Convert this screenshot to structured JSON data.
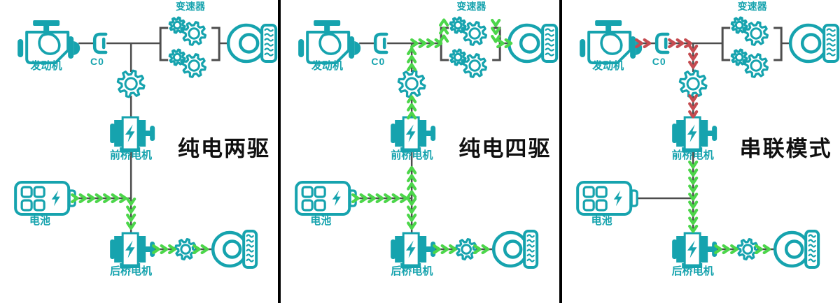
{
  "colors": {
    "teal": "#16a3ae",
    "green": "#4cd64a",
    "red": "#c54b50",
    "line": "#4d4d4d",
    "title_text": "#111111",
    "divider": "#000000",
    "background": "#ffffff"
  },
  "panels": [
    {
      "title": "纯电两驱",
      "labels": {
        "engine": "发动机",
        "clutch": "C0",
        "transmission": "变速器",
        "front_motor": "前桥电机",
        "battery": "电池",
        "rear_motor": "后桥电机"
      },
      "flows": [
        {
          "path": "battery-to-junction",
          "color": "green"
        },
        {
          "path": "junction-to-rear-motor",
          "color": "green"
        },
        {
          "path": "rear-motor-to-wheel",
          "color": "green"
        }
      ]
    },
    {
      "title": "纯电四驱",
      "labels": {
        "engine": "发动机",
        "clutch": "C0",
        "transmission": "变速器",
        "front_motor": "前桥电机",
        "battery": "电池",
        "rear_motor": "后桥电机"
      },
      "flows": [
        {
          "path": "battery-to-junction",
          "color": "green"
        },
        {
          "path": "junction-to-front-motor",
          "color": "green"
        },
        {
          "path": "junction-to-rear-motor",
          "color": "green"
        },
        {
          "path": "front-motor-to-top-junction",
          "color": "green"
        },
        {
          "path": "top-junction-to-front-wheel",
          "color": "green"
        },
        {
          "path": "rear-motor-to-wheel",
          "color": "green"
        }
      ]
    },
    {
      "title": "串联模式",
      "labels": {
        "engine": "发动机",
        "clutch": "C0",
        "transmission": "变速器",
        "front_motor": "前桥电机",
        "battery": "电池",
        "rear_motor": "后桥电机"
      },
      "flows": [
        {
          "path": "engine-to-clutch",
          "color": "red"
        },
        {
          "path": "clutch-to-top-junction",
          "color": "red"
        },
        {
          "path": "top-junction-to-front-motor",
          "color": "red"
        },
        {
          "path": "front-motor-to-rear-motor",
          "color": "green"
        },
        {
          "path": "rear-motor-to-wheel",
          "color": "green"
        }
      ]
    }
  ]
}
